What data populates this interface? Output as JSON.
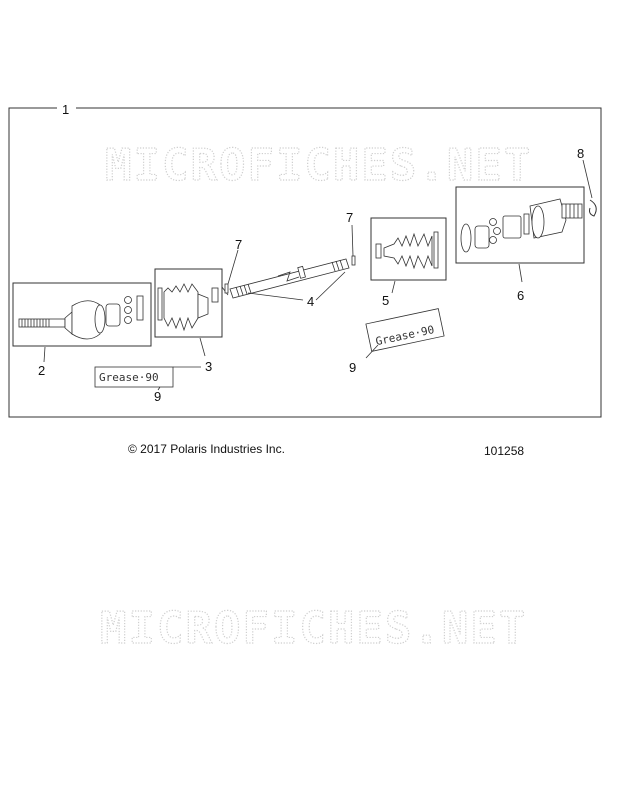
{
  "assembly_label": "1",
  "callouts": {
    "boot_outer_kit": "2",
    "boot_kit_left": "3",
    "axle_shaft": "4",
    "boot_kit_right": "5",
    "inner_cv_kit": "6",
    "clip_left": "7",
    "clip_right": "7",
    "retaining_ring": "8",
    "grease_left": "9",
    "grease_right": "9"
  },
  "grease_labels": {
    "left": "Grease·90",
    "right": "Grease·90"
  },
  "watermark": "MICROFICHES.NET",
  "copyright": "© 2017 Polaris Industries Inc.",
  "diagram_number": "101258"
}
